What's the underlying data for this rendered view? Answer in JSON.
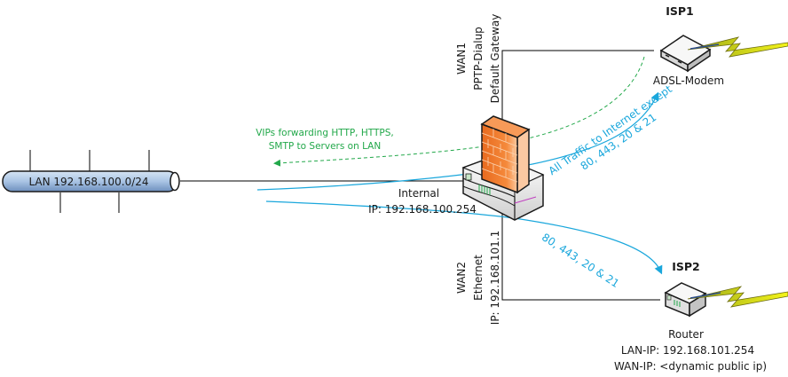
{
  "lan": {
    "label": "LAN 192.168.100.0/24"
  },
  "firewall": {
    "internal_label": "Internal",
    "internal_ip": "IP: 192.168.100.254"
  },
  "wan1": {
    "line1": "WAN1",
    "line2": "PPTP-Dialup",
    "line3": "Default Gateway"
  },
  "wan2": {
    "line1": "WAN2",
    "line2": "Ethernet",
    "line3": "IP: 192.168.101.1"
  },
  "isp1": {
    "title": "ISP1",
    "device_label": "ADSL-Modem"
  },
  "isp2": {
    "title": "ISP2",
    "device_label": "Router",
    "lan_ip": "LAN-IP: 192.168.101.254",
    "wan_ip": "WAN-IP: <dynamic public ip)"
  },
  "flows": {
    "vip_line1": "VIPs forwarding HTTP, HTTPS,",
    "vip_line2": "SMTP to Servers on LAN",
    "isp1_line1": "All Traffic to Internet except",
    "isp1_line2": "80, 443, 20 & 21",
    "isp2_line1": "80, 443, 20 & 21"
  },
  "colors": {
    "vip_flow": "#22a84a",
    "traffic_flow": "#1aa7dc",
    "firewall_brick": "#f07a30",
    "lan_pipe": "#a9c4e4",
    "lightning": "#e8e81a"
  }
}
